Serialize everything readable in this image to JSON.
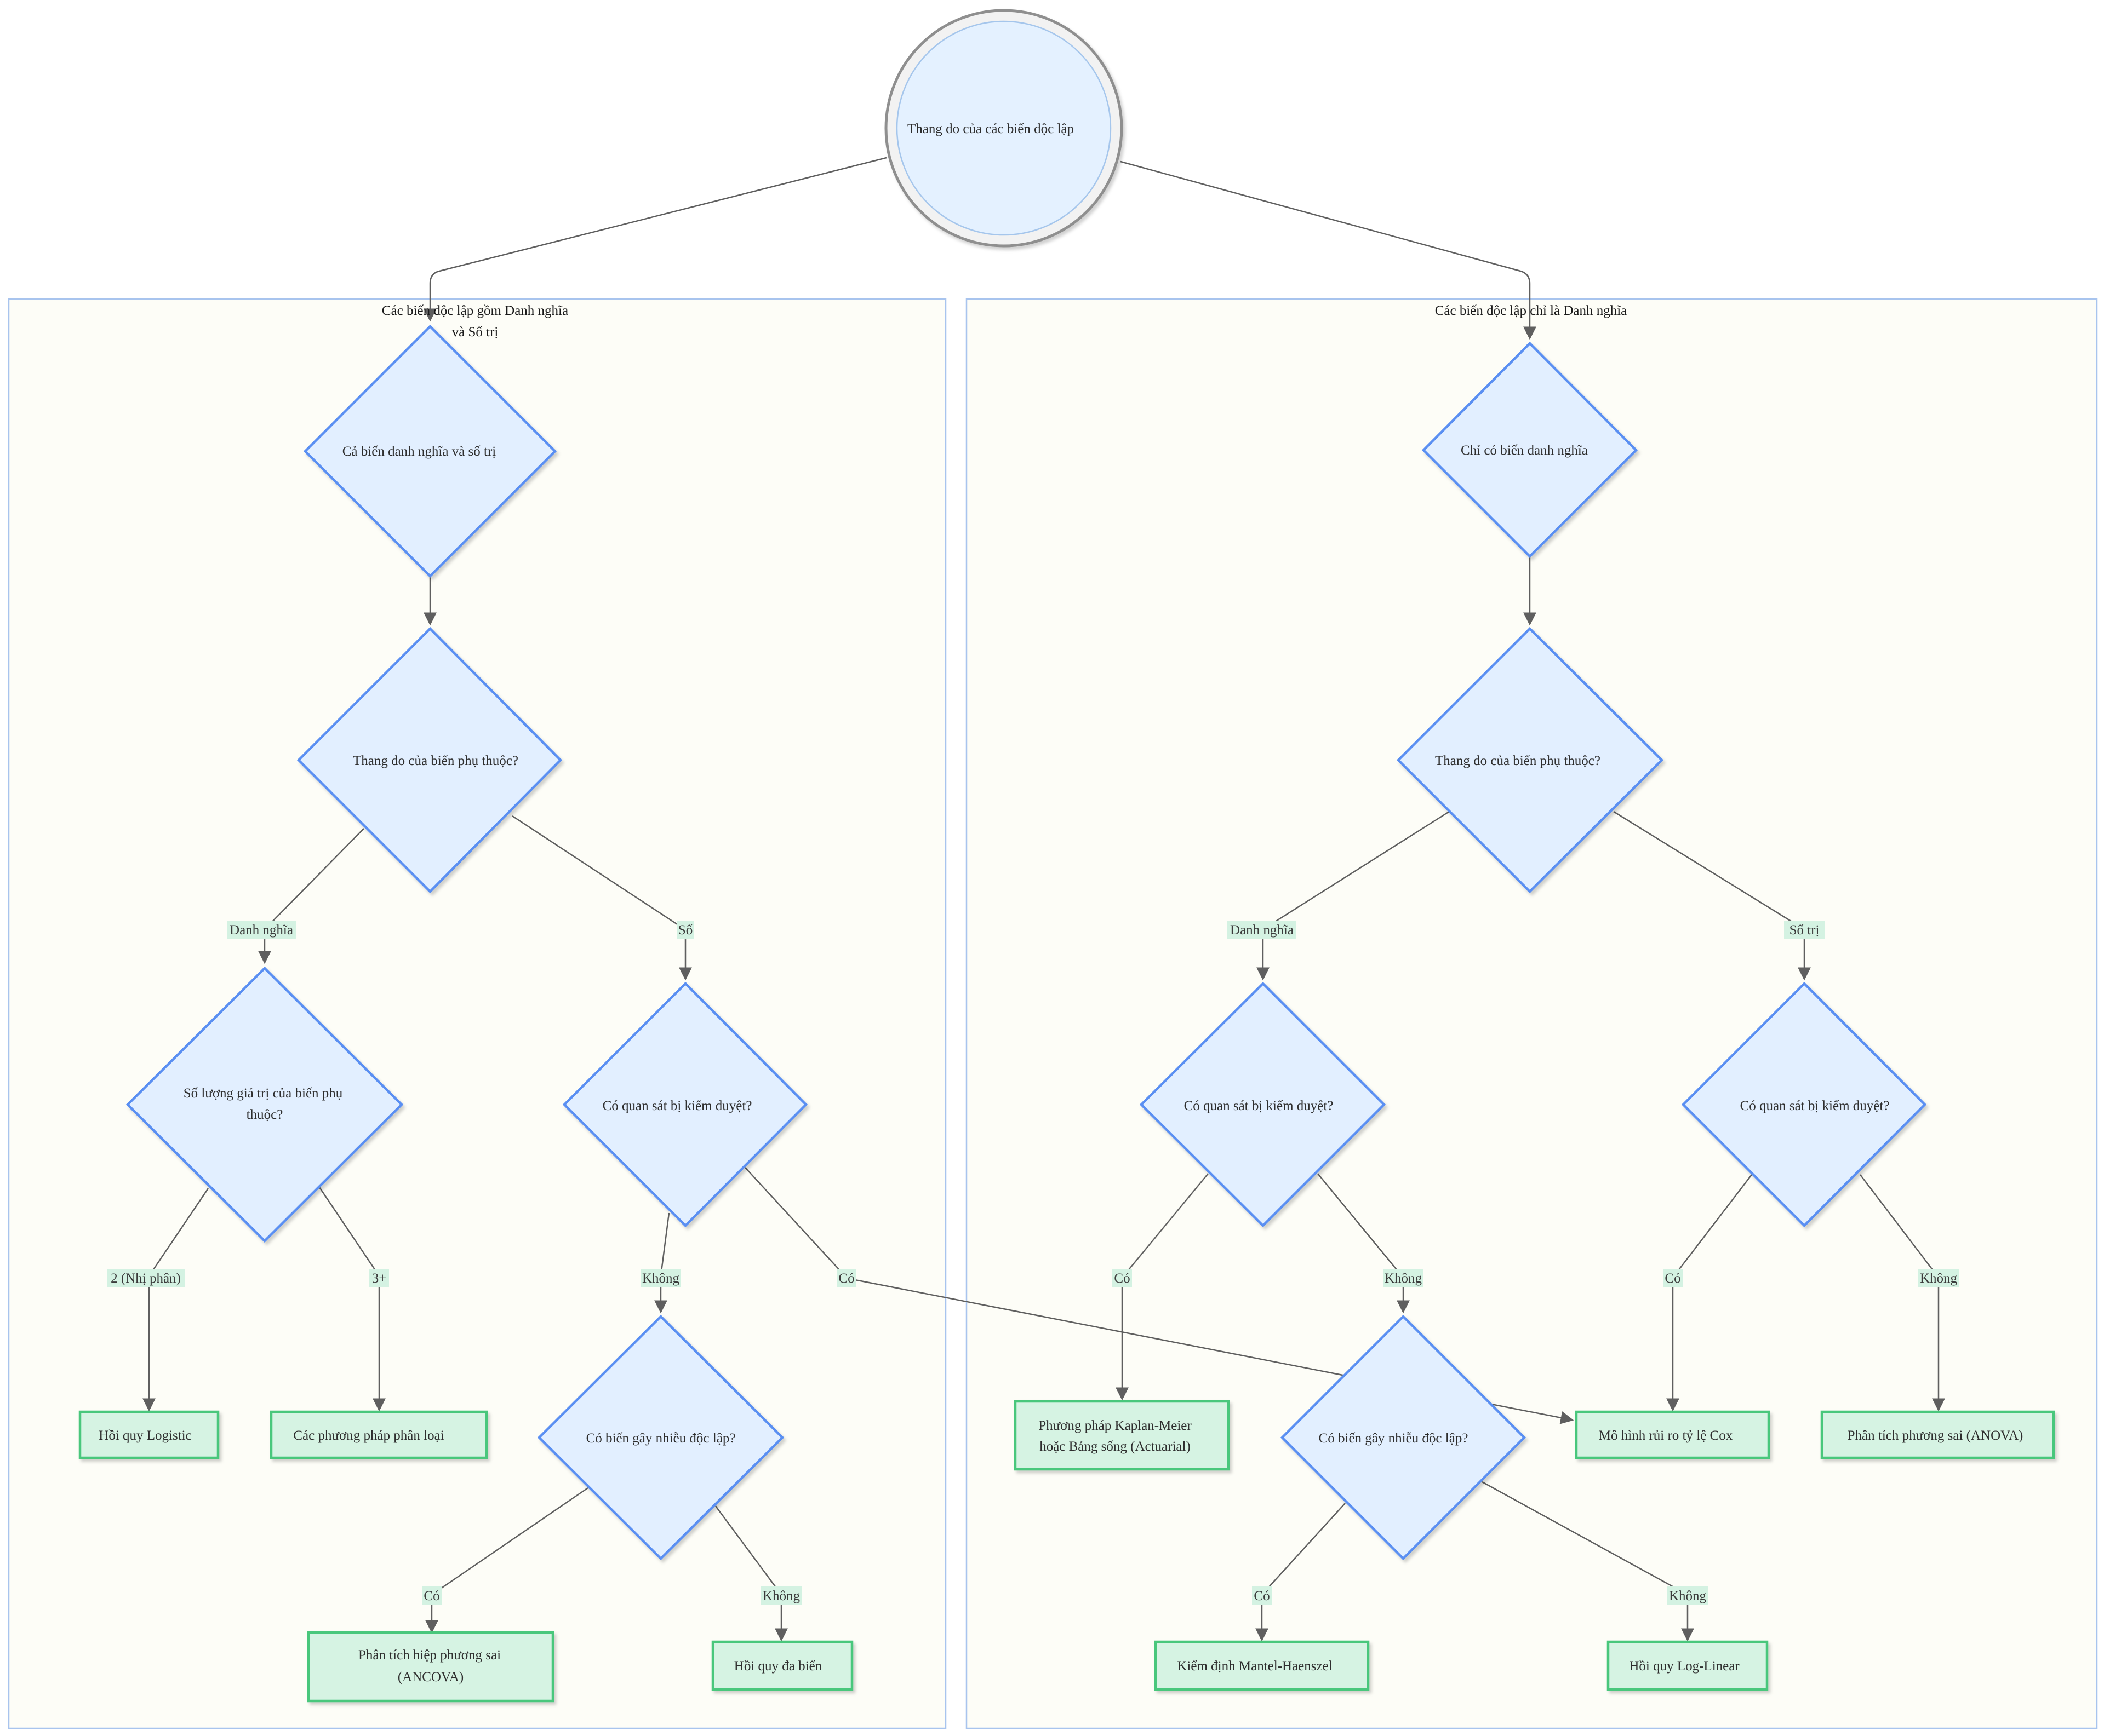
{
  "root": {
    "label": "Thang đo của các biến độc lập"
  },
  "clusters": {
    "left": {
      "title_line1": "Các biến độc lập gồm Danh nghĩa",
      "title_line2": "và Số trị"
    },
    "right": {
      "title": "Các biến độc lập chỉ là Danh nghĩa"
    }
  },
  "nodes": {
    "l_both": "Cả biến danh nghĩa và số trị",
    "l_dep": "Thang đo của biến phụ thuộc?",
    "l_count_1": "Số lượng giá trị của biến phụ",
    "l_count_2": "thuộc?",
    "l_cens": "Có quan sát bị kiểm duyệt?",
    "l_conf": "Có biến gây nhiễu độc lập?",
    "l_logistic": "Hồi quy Logistic",
    "l_classify": "Các phương pháp phân loại",
    "l_ancova_1": "Phân tích hiệp phương sai",
    "l_ancova_2": "(ANCOVA)",
    "l_multireg": "Hồi quy đa biến",
    "r_nominal": "Chỉ có biến danh nghĩa",
    "r_dep": "Thang đo của biến phụ thuộc?",
    "r_cens_n": "Có quan sát bị kiểm duyệt?",
    "r_cens_s": "Có quan sát bị kiểm duyệt?",
    "r_conf": "Có biến gây nhiễu độc lập?",
    "r_km_1": "Phương pháp Kaplan-Meier",
    "r_km_2": "hoặc Bảng sống (Actuarial)",
    "r_cox": "Mô hình rủi ro tỷ lệ Cox",
    "r_anova": "Phân tích phương sai (ANOVA)",
    "r_mh": "Kiểm định Mantel-Haenszel",
    "r_loglin": "Hồi quy Log-Linear"
  },
  "edge_labels": {
    "l_danh_nghia": "Danh nghĩa",
    "l_so": "Số",
    "l_binary": "2 (Nhị phân)",
    "l_three": "3+",
    "l_khong1": "Không",
    "l_co1": "Có",
    "l_co2": "Có",
    "l_khong2": "Không",
    "r_danh_nghia": "Danh nghĩa",
    "r_so_tri": "Số trị",
    "r_co1": "Có",
    "r_khong1": "Không",
    "r_co2": "Có",
    "r_khong2": "Không",
    "r_co3": "Có",
    "r_khong3": "Không"
  },
  "colors": {
    "decision_fill": "#e2efff",
    "decision_stroke": "#5a8ff2",
    "result_fill": "#d6f3e3",
    "result_stroke": "#48c77c",
    "cluster_fill": "#fdfdf7",
    "cluster_stroke": "#a8c4ee",
    "edge": "#5f5f5f"
  }
}
